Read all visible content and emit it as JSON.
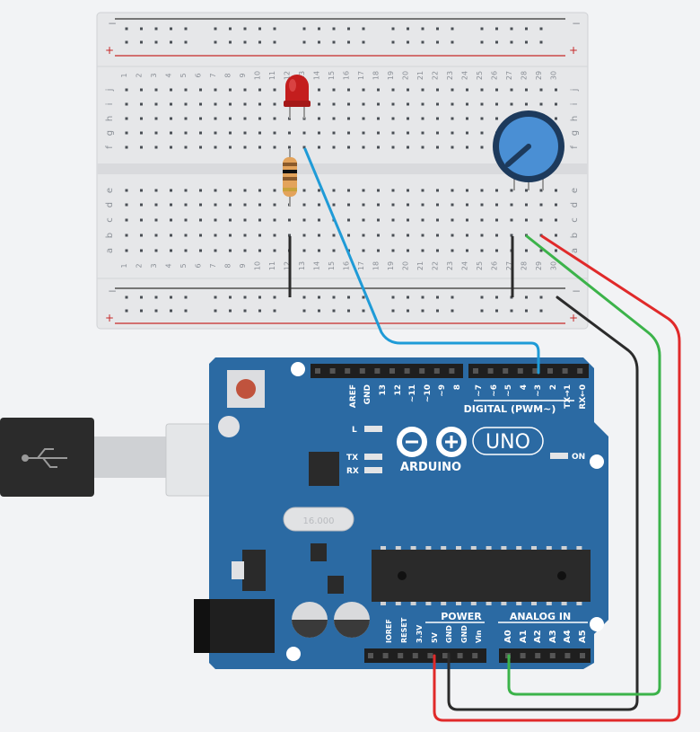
{
  "breadboard": {
    "columns": [
      "1",
      "2",
      "3",
      "4",
      "5",
      "6",
      "7",
      "8",
      "9",
      "10",
      "11",
      "12",
      "13",
      "14",
      "15",
      "16",
      "17",
      "18",
      "19",
      "20",
      "21",
      "22",
      "23",
      "24",
      "25",
      "26",
      "27",
      "28",
      "29",
      "30"
    ],
    "rows_top": [
      "j",
      "i",
      "h",
      "g",
      "f"
    ],
    "rows_bottom": [
      "e",
      "d",
      "c",
      "b",
      "a"
    ],
    "rail_minus": "−",
    "rail_plus": "+"
  },
  "arduino": {
    "brand": "ARDUINO",
    "model": "UNO",
    "digital_label": "DIGITAL (PWM~)",
    "digital_pins": [
      "AREF",
      "GND",
      "13",
      "12",
      "~11",
      "~10",
      "~9",
      "8",
      "~7",
      "~6",
      "~5",
      "4",
      "~3",
      "2",
      "TX→1",
      "RX←0"
    ],
    "led_l": "L",
    "led_tx": "TX",
    "led_rx": "RX",
    "on_label": "ON",
    "crystal": "16.000",
    "power_label": "POWER",
    "power_pins": [
      "IOREF",
      "RESET",
      "3.3V",
      "5V",
      "GND",
      "GND",
      "Vin"
    ],
    "analog_label": "ANALOG IN",
    "analog_pins": [
      "A0",
      "A1",
      "A2",
      "A3",
      "A4",
      "A5"
    ]
  },
  "colors": {
    "board": "#2b6aa3",
    "wire_blue": "#1f9bd7",
    "wire_green": "#3cb34a",
    "wire_red": "#e02a2a",
    "wire_black": "#2b2b2b",
    "led": "#c41e1e",
    "pot": "#4a8fd4"
  }
}
